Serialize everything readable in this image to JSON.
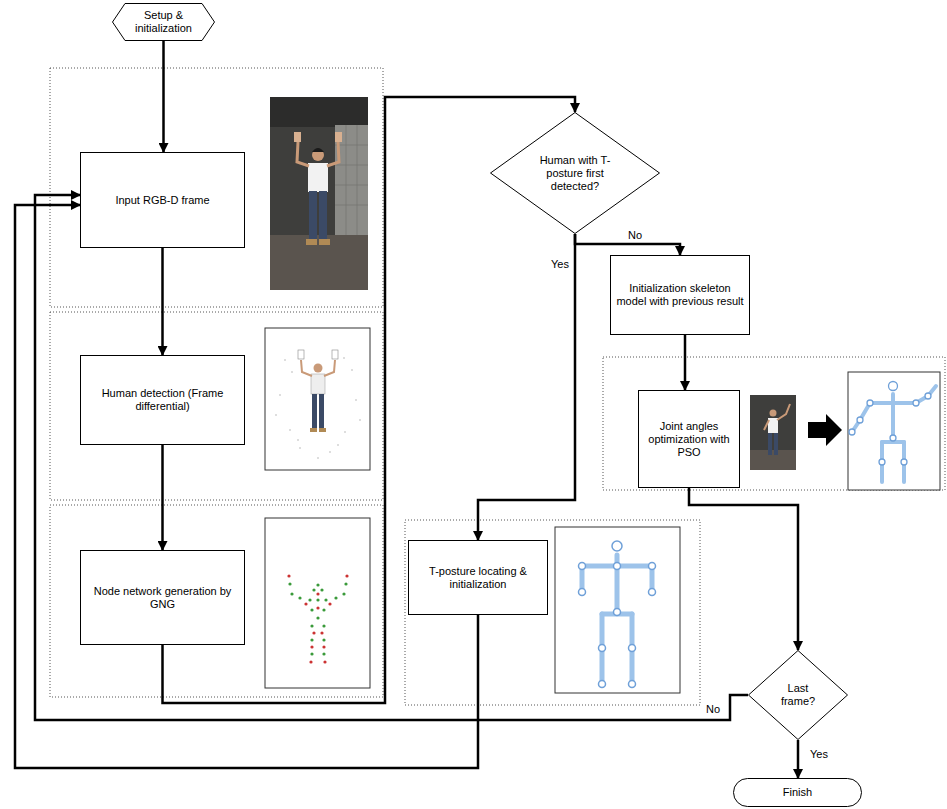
{
  "diagram": {
    "nodes": [
      {
        "text": [
          "Setup & initialization"
        ]
      },
      {
        "text": [
          "Input RGB-D frame"
        ]
      },
      {
        "text": [
          "Human detection (Frame differential)"
        ]
      },
      {
        "text": [
          "Node network generation by GNG"
        ]
      },
      {
        "text": [
          "Human with T- posture first detected?"
        ]
      },
      {
        "text": [
          "Initialization skeleton model with previous result"
        ]
      },
      {
        "text": [
          "Joint angles optimization with PSO"
        ]
      },
      {
        "text": [
          "T-posture locating & initialization"
        ]
      },
      {
        "text": [
          "Last frame?"
        ]
      },
      {
        "text": [
          "Finish"
        ]
      }
    ],
    "edges": [
      {
        "from": 0,
        "to": 1,
        "arrow": "to"
      },
      {
        "from": 1,
        "to": 2,
        "arrow": "to"
      },
      {
        "from": 2,
        "to": 3,
        "arrow": "to"
      },
      {
        "from": 3,
        "to": 4,
        "arrow": "to"
      },
      {
        "from": 4,
        "to": 5,
        "label": "No",
        "arrow": "to"
      },
      {
        "from": 4,
        "to": 7,
        "label": "Yes",
        "arrow": "to"
      },
      {
        "from": 5,
        "to": 6,
        "arrow": "to"
      },
      {
        "from": 6,
        "to": 8,
        "arrow": "to"
      },
      {
        "from": 8,
        "to": 9,
        "label": "Yes",
        "arrow": "to"
      },
      {
        "from": 8,
        "to": 1,
        "label": "No",
        "arrow": "to"
      },
      {
        "from": 7,
        "to": 1,
        "arrow": "to"
      }
    ]
  }
}
